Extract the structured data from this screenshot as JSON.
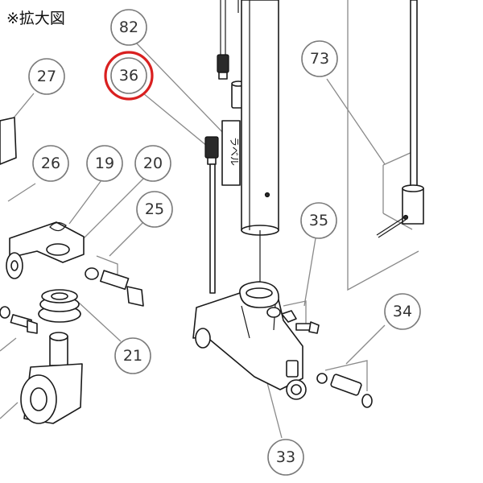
{
  "title": "※拡大図",
  "label_plate_text": "ラベル",
  "highlight_color": "#d92020",
  "highlighted_part": "36",
  "callouts": [
    "82",
    "36",
    "27",
    "73",
    "26",
    "19",
    "20",
    "25",
    "35",
    "34",
    "21",
    "33"
  ]
}
